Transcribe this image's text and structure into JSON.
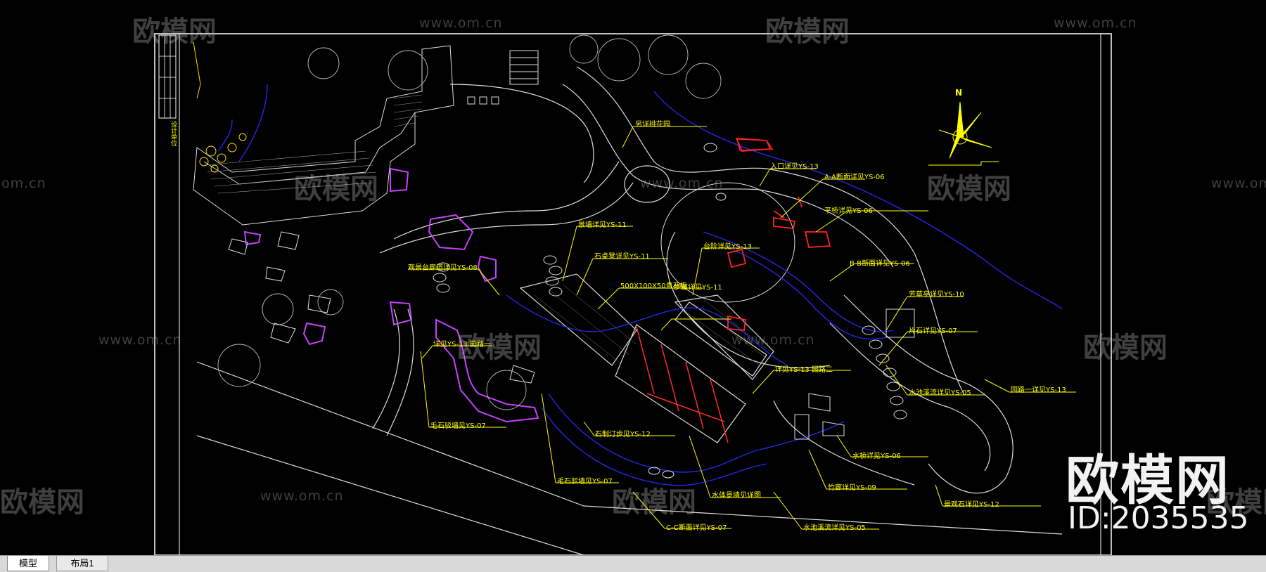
{
  "watermark": {
    "logo_text": "欧模网",
    "url_text": "www.om.cn",
    "url_short": "om.cn"
  },
  "brand": {
    "name": "欧模网",
    "id": "ID:2035535"
  },
  "drawing": {
    "north": "N",
    "side_label": "设计单位",
    "annotations": [
      "另详桃花园",
      "入口详见YS-13",
      "A-A断面详见YS-06",
      "平桥详见YS-06",
      "B-B断面详见YS-06",
      "景墙详见YS-11",
      "石桌凳详见YS-11",
      "台阶详见YS-13",
      "500X100X50青石板",
      "步道详见YS-11",
      "观景台廊道详见YS-08",
      "详见YS-13 园路一",
      "芳草亭详见YS-10",
      "片石详见YS-07",
      "详见YS-13 园路二",
      "水池溪流详见YS-05",
      "园路一详见YS-13",
      "毛石驳墙见YS-07",
      "石制汀步见YS-12",
      "水桥详见YS-06",
      "毛石驳墙见YS-07",
      "水体景墙见详图",
      "竹廊详见YS-09",
      "景观石详见YS-12",
      "C-C断面详见YS-07",
      "水池溪流详见YS-05"
    ]
  },
  "tabs": [
    {
      "label": "模型"
    },
    {
      "label": "布局1"
    }
  ],
  "colors": {
    "background": "#000000",
    "frame": "#ffffff",
    "annotation": "#ffff00",
    "rock": "#cc44ff",
    "water": "#2222ee",
    "marker": "#ff2222",
    "plant_label": "#33ffff"
  }
}
